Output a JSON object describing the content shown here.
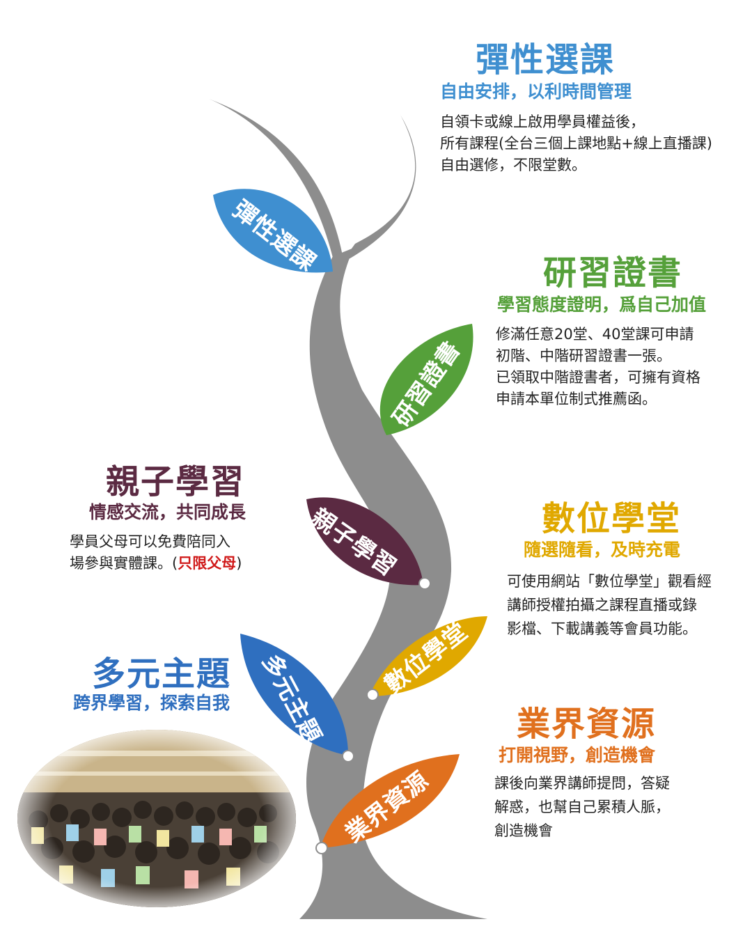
{
  "colors": {
    "trunk": "#8d8d8d",
    "node": "#ffffff",
    "blue": "#3f8fd0",
    "green": "#55a03a",
    "maroon": "#5b2a42",
    "gold": "#e0a800",
    "royal": "#2f6fbf",
    "orange": "#e0701e"
  },
  "sections": {
    "flexible": {
      "leaf_label": "彈性選課",
      "title": "彈性選課",
      "subtitle": "自由安排，以利時間管理",
      "lines": [
        "自領卡或線上啟用學員權益後，",
        "所有課程(全台三個上課地點+線上直播課)",
        "自由選修，不限堂數。"
      ]
    },
    "certificate": {
      "leaf_label": "研習證書",
      "title": "研習證書",
      "subtitle": "學習態度證明，爲自己加值",
      "lines": [
        "修滿任意20堂、40堂課可申請",
        "初階、中階研習證書一張。",
        "已領取中階證書者，可擁有資格",
        "申請本單位制式推薦函。"
      ]
    },
    "parent": {
      "leaf_label": "親子學習",
      "title": "親子學習",
      "subtitle": "情感交流，共同成長",
      "line1": "學員父母可以免費陪同入",
      "line2_a": "場參與實體課。(",
      "line2_highlight": "只限父母",
      "line2_b": ")"
    },
    "digital": {
      "leaf_label": "數位學堂",
      "title": "數位學堂",
      "subtitle": "隨選隨看，及時充電",
      "lines": [
        "可使用網站「數位學堂」觀看經",
        "講師授權拍攝之課程直播或錄",
        "影檔、下載講義等會員功能。"
      ]
    },
    "diverse": {
      "leaf_label": "多元主題",
      "title": "多元主題",
      "subtitle": "跨界學習，探索自我"
    },
    "industry": {
      "leaf_label": "業界資源",
      "title": "業界資源",
      "subtitle": "打開視野，創造機會",
      "lines": [
        "課後向業界講師提問，答疑",
        "解惑，也幫自己累積人脈，",
        "創造機會"
      ]
    }
  }
}
